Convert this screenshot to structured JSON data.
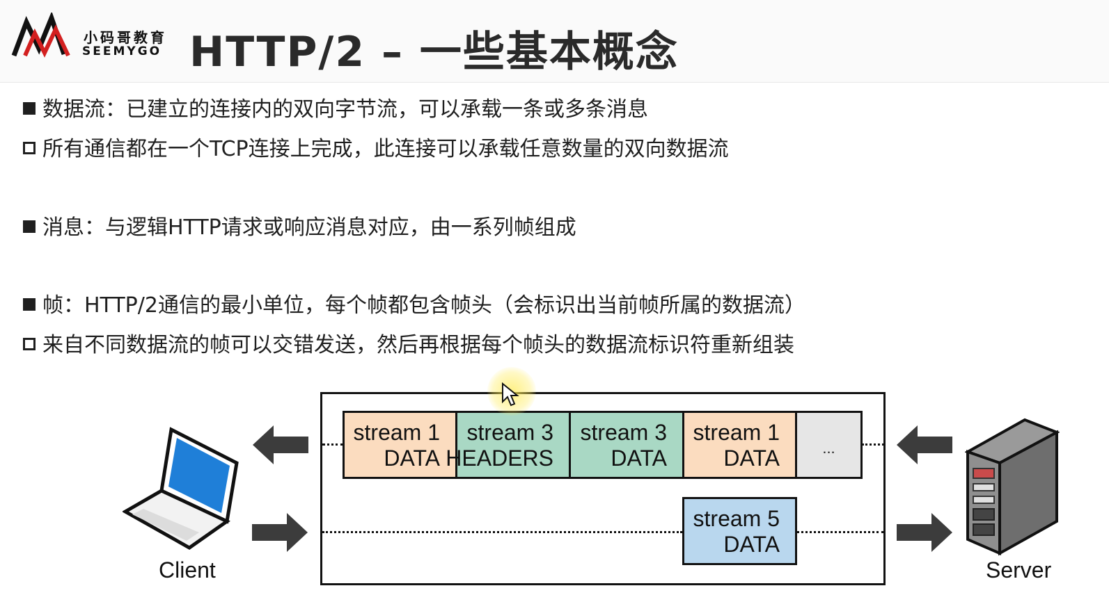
{
  "logo": {
    "cn_text": "小码哥教育",
    "en_text": "SEEMYGO"
  },
  "title": "HTTP/2 – 一些基本概念",
  "bullets": [
    {
      "style": "filled",
      "text": "数据流：已建立的连接内的双向字节流，可以承载一条或多条消息"
    },
    {
      "style": "hollow",
      "text": "所有通信都在一个TCP连接上完成，此连接可以承载任意数量的双向数据流"
    },
    {
      "style": "filled",
      "text": "消息：与逻辑HTTP请求或响应消息对应，由一系列帧组成"
    },
    {
      "style": "filled",
      "text": "帧：HTTP/2通信的最小单位，每个帧都包含帧头（会标识出当前帧所属的数据流）"
    },
    {
      "style": "hollow",
      "text": "来自不同数据流的帧可以交错发送，然后再根据每个帧头的数据流标识符重新组装"
    }
  ],
  "diagram": {
    "client_label": "Client",
    "server_label": "Server",
    "top_frames": [
      {
        "line1": "stream 1",
        "line2": "DATA",
        "color": "#fbdcbf"
      },
      {
        "line1": "stream 3",
        "line2": "HEADERS",
        "color": "#a9d8c4"
      },
      {
        "line1": "stream 3",
        "line2": "DATA",
        "color": "#a9d8c4"
      },
      {
        "line1": "stream 1",
        "line2": "DATA",
        "color": "#fbdcbf"
      }
    ],
    "ellipsis": "...",
    "ellipsis_color": "#e6e6e6",
    "bottom_frame": {
      "line1": "stream 5",
      "line2": "DATA",
      "color": "#b9d7ee"
    },
    "arrow_color": "#3c3c3c",
    "laptop_screen_color": "#1f7fd8"
  }
}
